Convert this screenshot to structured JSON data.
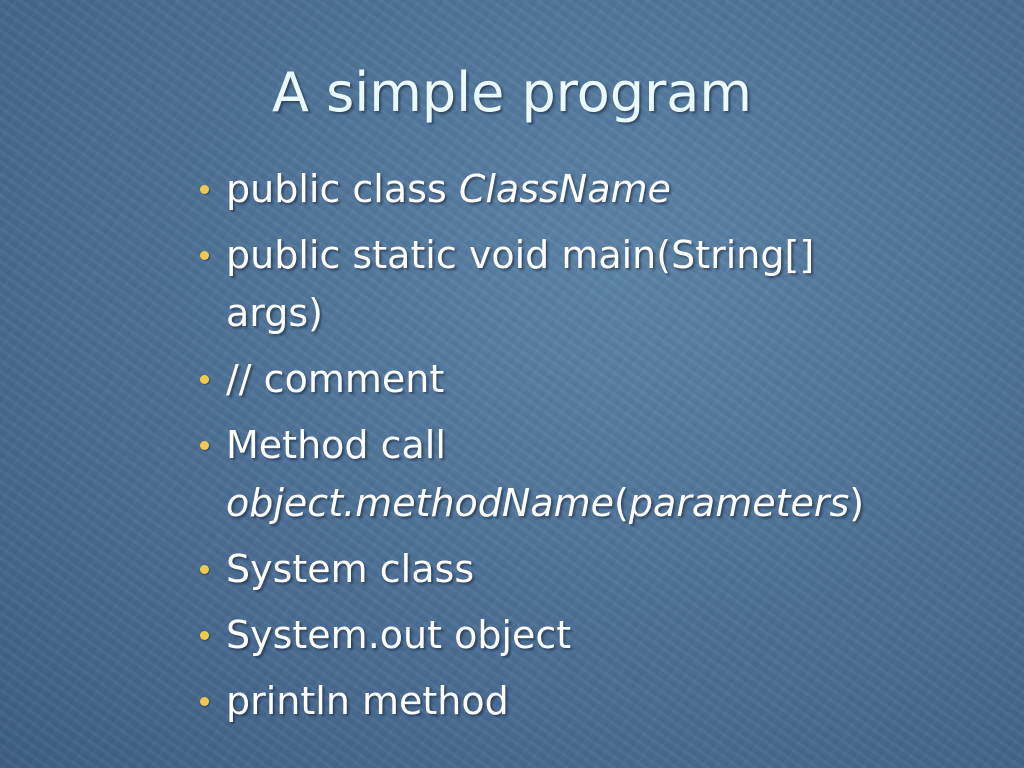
{
  "slide": {
    "title": "A simple program",
    "bullet_color": "#f2c94a",
    "bullets": [
      {
        "text": "public class ",
        "italic": "ClassName"
      },
      {
        "line1": "public static void main(String[]",
        "line2": "args)"
      },
      {
        "text": "// comment"
      },
      {
        "line1": "Method call",
        "object_method": "object.methodName",
        "open_paren": "(",
        "params": "parameters",
        "close_paren": ")"
      },
      {
        "text": "System class"
      },
      {
        "text": "System.out object"
      },
      {
        "text": "println method"
      }
    ]
  }
}
